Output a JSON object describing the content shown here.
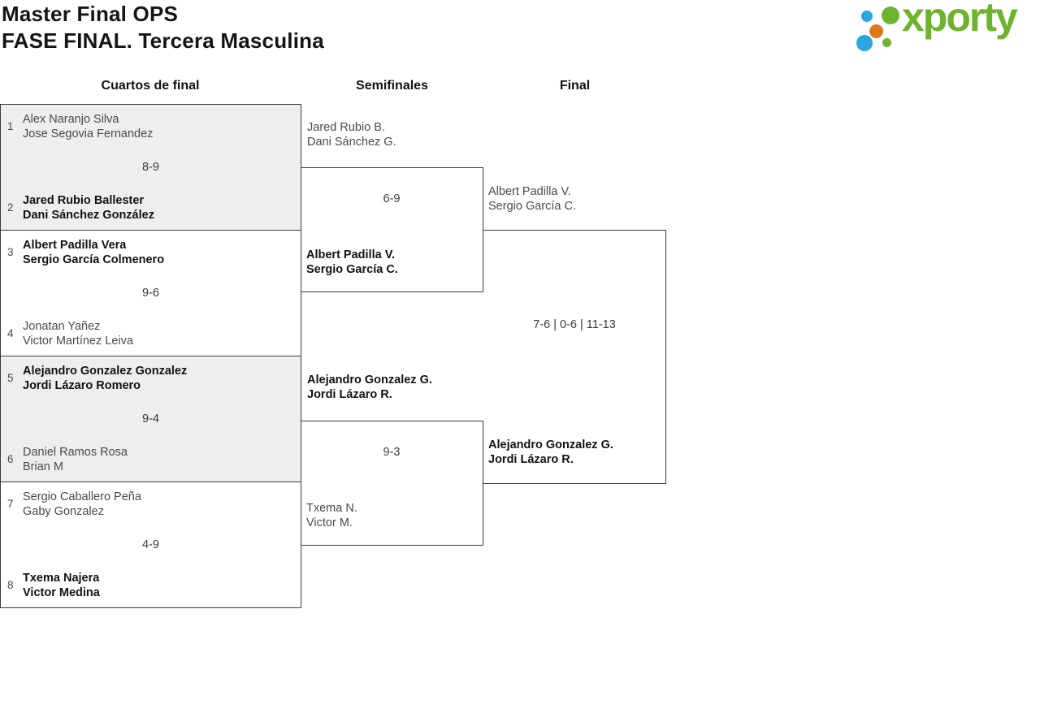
{
  "header": {
    "title_line1": "Master Final OPS",
    "title_line2": "FASE FINAL. Tercera Masculina",
    "logo_text": "xporty"
  },
  "rounds": {
    "r1": "Cuartos de final",
    "r2": "Semifinales",
    "r3": "Final"
  },
  "bracket": {
    "quarterfinals": [
      {
        "seed_top": "1",
        "team_top": [
          "Alex Naranjo Silva",
          "Jose Segovia Fernandez"
        ],
        "top_winner": false,
        "score": "8-9",
        "seed_bottom": "2",
        "team_bottom": [
          "Jared Rubio Ballester",
          "Dani Sánchez González"
        ],
        "bottom_winner": true
      },
      {
        "seed_top": "3",
        "team_top": [
          "Albert Padilla Vera",
          "Sergio García Colmenero"
        ],
        "top_winner": true,
        "score": "9-6",
        "seed_bottom": "4",
        "team_bottom": [
          "Jonatan Yañez",
          "Victor Martínez Leiva"
        ],
        "bottom_winner": false
      },
      {
        "seed_top": "5",
        "team_top": [
          "Alejandro Gonzalez Gonzalez",
          "Jordi Lázaro Romero"
        ],
        "top_winner": true,
        "score": "9-4",
        "seed_bottom": "6",
        "team_bottom": [
          "Daniel Ramos Rosa",
          "Brian M"
        ],
        "bottom_winner": false
      },
      {
        "seed_top": "7",
        "team_top": [
          "Sergio Caballero Peña",
          "Gaby Gonzalez"
        ],
        "top_winner": false,
        "score": "4-9",
        "seed_bottom": "8",
        "team_bottom": [
          "Txema Najera",
          "Victor Medina"
        ],
        "bottom_winner": true
      }
    ],
    "semifinals": [
      {
        "team_top": [
          "Jared Rubio B.",
          "Dani Sánchez G."
        ],
        "top_winner": false,
        "score": "6-9",
        "team_bottom": [
          "Albert Padilla V.",
          "Sergio García C."
        ],
        "bottom_winner": true
      },
      {
        "team_top": [
          "Alejandro Gonzalez G.",
          "Jordi Lázaro R."
        ],
        "top_winner": true,
        "score": "9-3",
        "team_bottom": [
          "Txema N.",
          "Victor M."
        ],
        "bottom_winner": false
      }
    ],
    "final": {
      "team_top": [
        "Albert Padilla V.",
        "Sergio García C."
      ],
      "top_winner": false,
      "score": "7-6 | 0-6 | 11-13",
      "team_bottom": [
        "Alejandro Gonzalez G.",
        "Jordi Lázaro R."
      ],
      "bottom_winner": true
    }
  },
  "colors": {
    "box_border": "#3a3a3a",
    "box_shade": "#eeeeee",
    "winner_text": "#121212",
    "loser_text": "#4a4a4a",
    "logo_green": "#6db32e",
    "logo_blue": "#2aa7de",
    "logo_orange": "#e0771f"
  }
}
